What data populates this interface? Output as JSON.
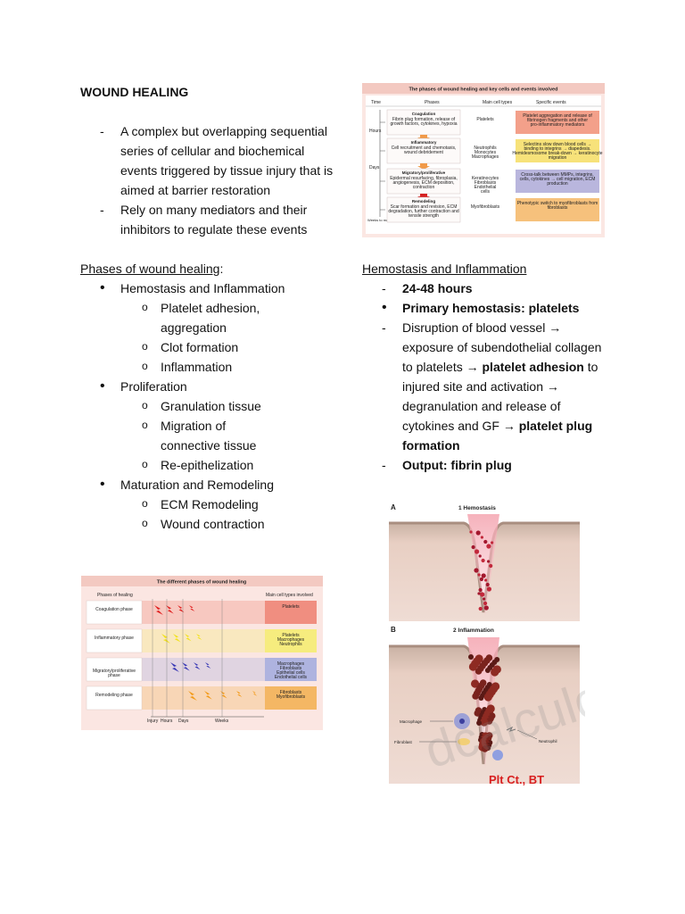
{
  "left": {
    "title": "WOUND HEALING",
    "intro": [
      "A complex but overlapping sequential series of cellular and biochemical events triggered by tissue injury that is aimed at barrier restoration",
      "Rely on many mediators and their inhibitors to regulate these events"
    ],
    "phases_heading": "Phases of wound healing",
    "phases_colon": ":",
    "phases": [
      {
        "name": "Hemostasis and Inflammation",
        "items": [
          "Platelet adhesion, aggregation",
          "Clot formation",
          "Inflammation"
        ]
      },
      {
        "name": "Proliferation",
        "items": [
          "Granulation tissue",
          "Migration of connective tissue",
          "Re-epithelization"
        ]
      },
      {
        "name": "Maturation and Remodeling",
        "items": [
          "ECM Remodeling",
          "Wound contraction"
        ]
      }
    ]
  },
  "right": {
    "section_heading": "Hemostasis and Inflammation",
    "hours": "24-48 hours",
    "primary": "Primary hemostasis: platelets",
    "arrow": "→",
    "disruption": {
      "t1": "Disruption of blood vessel ",
      "t2": " exposure of subendothelial collagen to platelets ",
      "t3": "platelet adhesion",
      "t4": " to injured site and activation ",
      "t5": " degranulation and release of cytokines and GF ",
      "t6": "platelet plug formation"
    },
    "output": "Output: fibrin plug"
  },
  "fig_top": {
    "title": "The phases of wound healing and key cells and events involved",
    "headers": [
      "Time",
      "Phases",
      "Main cell types",
      "Specific events"
    ],
    "time_labels": [
      "Hours",
      "Days",
      "Weeks to months"
    ],
    "rows": [
      {
        "phase": "Coagulation",
        "detail": "Fibrin plug formation, release of growth factors, cytokines, hypoxia",
        "cells": "Platelets",
        "events": "Platelet aggregation and release of fibrinogen fragments and other pro-inflammatory mediators",
        "color": "#f3a08a"
      },
      {
        "phase": "Inflammatory",
        "detail": "Cell recruitment and chemotaxis, wound debridement",
        "cells": "Neutrophils Monocytes Macrophages",
        "events": "Selectins slow down blood cells → binding to integrins → diapedesis. Hemidesmosome break-down → keratinocyte migration",
        "color": "#f7e27a"
      },
      {
        "phase": "Migratory/proliferative",
        "detail": "Epidermal resurfacing, fibroplasia, angiogenesis, ECM deposition, contraction",
        "cells": "Keratinocytes Fibroblasts Endothelial cells",
        "events": "Cross-talk between MMPs, integrins, cells, cytokines → cell migration, ECM production",
        "color": "#b9b6dd"
      },
      {
        "phase": "Remodeling",
        "detail": "Scar formation and revision, ECM degradation, further contraction and tensile strength",
        "cells": "Myofibroblasts",
        "events": "Phenotypic switch to myofibroblasts from fibroblasts",
        "color": "#f6c17c"
      }
    ]
  },
  "fig_bottom": {
    "title": "The different phases of wound healing",
    "header_left": "Phases of healing",
    "header_right": "Main cell types involved",
    "rows": [
      {
        "phase": "Coagulation phase",
        "cells": "Platelets",
        "color": "#f08e80",
        "bolt": "#e02020"
      },
      {
        "phase": "Inflammatory phase",
        "cells": "Platelets Macrophages Neutrophils",
        "color": "#f6ec7e",
        "bolt": "#f2e21c"
      },
      {
        "phase": "Migratory/proliferative phase",
        "cells": "Macrophages Fibroblasts Epithelial cells Endothelial cells",
        "color": "#aeb3df",
        "bolt": "#3a3ab5"
      },
      {
        "phase": "Remodeling phase",
        "cells": "Fibroblasts Myofibroblasts",
        "color": "#f4b764",
        "bolt": "#f39a18"
      }
    ],
    "axis": [
      "Injury",
      "Hours",
      "Days",
      "Weeks"
    ]
  },
  "fig_wound": {
    "label_a": "A",
    "label_a_title": "1 Hemostasis",
    "label_b": "B",
    "label_b_title": "2 Inflammation",
    "macrophage": "Macrophage",
    "fibroblast": "Fibroblast",
    "neutrophil": "Neutrophil",
    "lab_tests": "Plt Ct., BT",
    "watermark": "dcalculor",
    "red": "#d81f1f"
  }
}
